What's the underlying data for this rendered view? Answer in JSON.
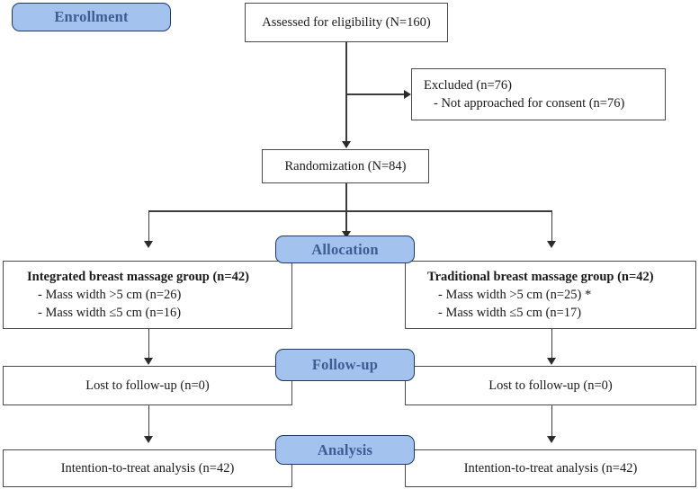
{
  "diagram": {
    "title": "CONSORT participant flow diagram",
    "colors": {
      "banner_fill": "#a4c2ee",
      "banner_border": "#1f3864",
      "banner_text": "#3c5d93",
      "box_border": "#4a4a4a",
      "connector": "#3c3c3c",
      "background": "#ffffff"
    }
  },
  "banners": {
    "enrollment": "Enrollment",
    "allocation": "Allocation",
    "followup": "Follow-up",
    "analysis": "Analysis"
  },
  "nodes": {
    "assessed": {
      "line1": "Assessed for eligibility (N=160)"
    },
    "excluded": {
      "line1": "Excluded (n=76)",
      "line2": "- Not approached for consent (n=76)"
    },
    "randomization": {
      "line1": "Randomization (N=84)"
    },
    "group_left": {
      "title": "Integrated breast massage group (n=42)",
      "line2": "- Mass width >5 cm (n=26)",
      "line3": "- Mass width ≤5 cm (n=16)"
    },
    "group_right": {
      "title": "Traditional breast massage group (n=42)",
      "line2": "- Mass width >5 cm (n=25) *",
      "line3": "- Mass width ≤5 cm (n=17)"
    },
    "followup_left": {
      "line1": "Lost to follow-up (n=0)"
    },
    "followup_right": {
      "line1": "Lost to follow-up (n=0)"
    },
    "analysis_left": {
      "line1": "Intention-to-treat analysis (n=42)"
    },
    "analysis_right": {
      "line1": "Intention-to-treat analysis (n=42)"
    }
  }
}
